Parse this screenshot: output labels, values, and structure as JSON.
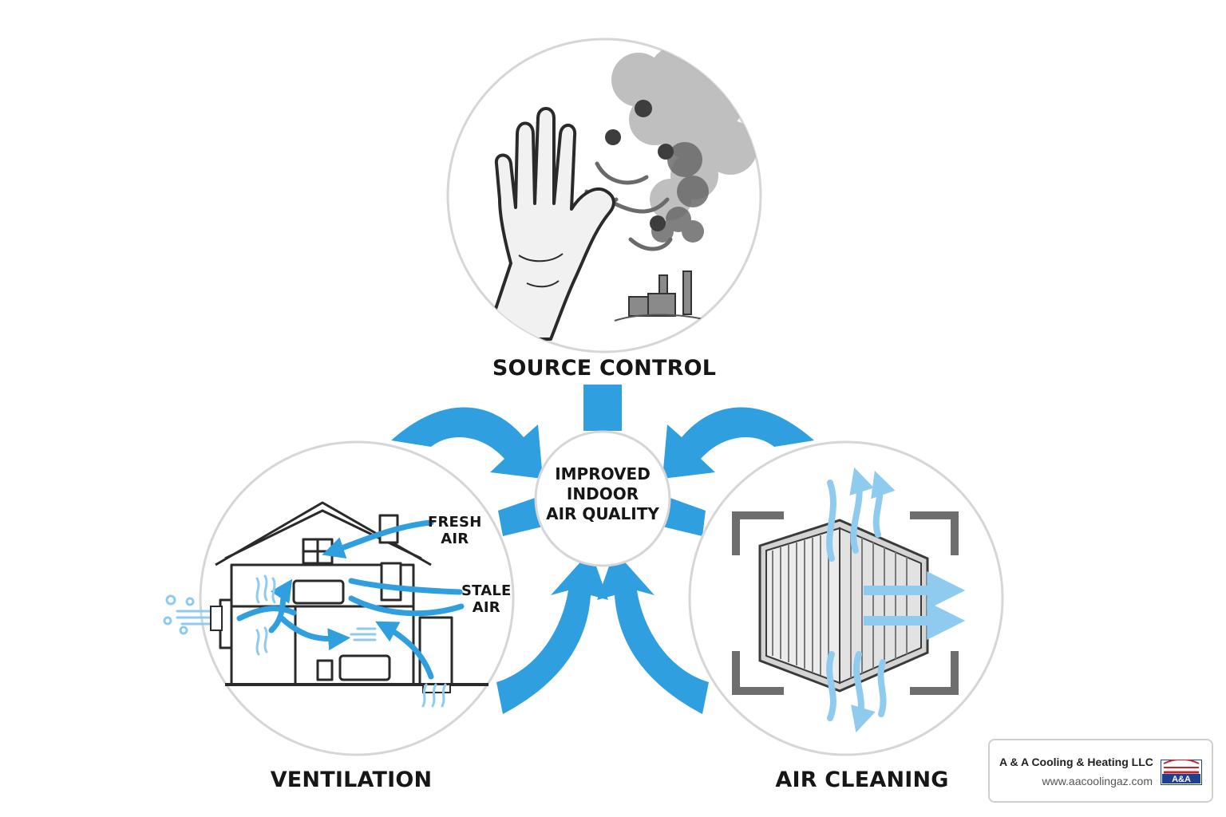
{
  "nodes": {
    "source_control": {
      "label": "SOURCE CONTROL"
    },
    "ventilation": {
      "label": "VENTILATION"
    },
    "air_cleaning": {
      "label": "AIR CLEANING"
    },
    "center": {
      "lines": [
        "IMPROVED",
        "INDOOR",
        "AIR QUALITY"
      ]
    }
  },
  "ventilation_labels": {
    "fresh_air": [
      "FRESH",
      "AIR"
    ],
    "stale_air": [
      "STALE",
      "AIR"
    ]
  },
  "brand": {
    "name": "A & A Cooling & Heating LLC",
    "url": "www.aacoolingaz.com",
    "logo_text": "A&A"
  },
  "colors": {
    "accent_blue": "#2f9fe0",
    "light_blue": "#8fcbef",
    "circle_stroke": "#d6d6d6",
    "ink": "#161616",
    "smoke": "#5b5b5b"
  },
  "icons": {
    "source_control": "hand-stop-smoke-icon",
    "ventilation": "house-airflow-icon",
    "air_cleaning": "air-filter-icon",
    "brand_logo": "aa-logo-icon"
  }
}
